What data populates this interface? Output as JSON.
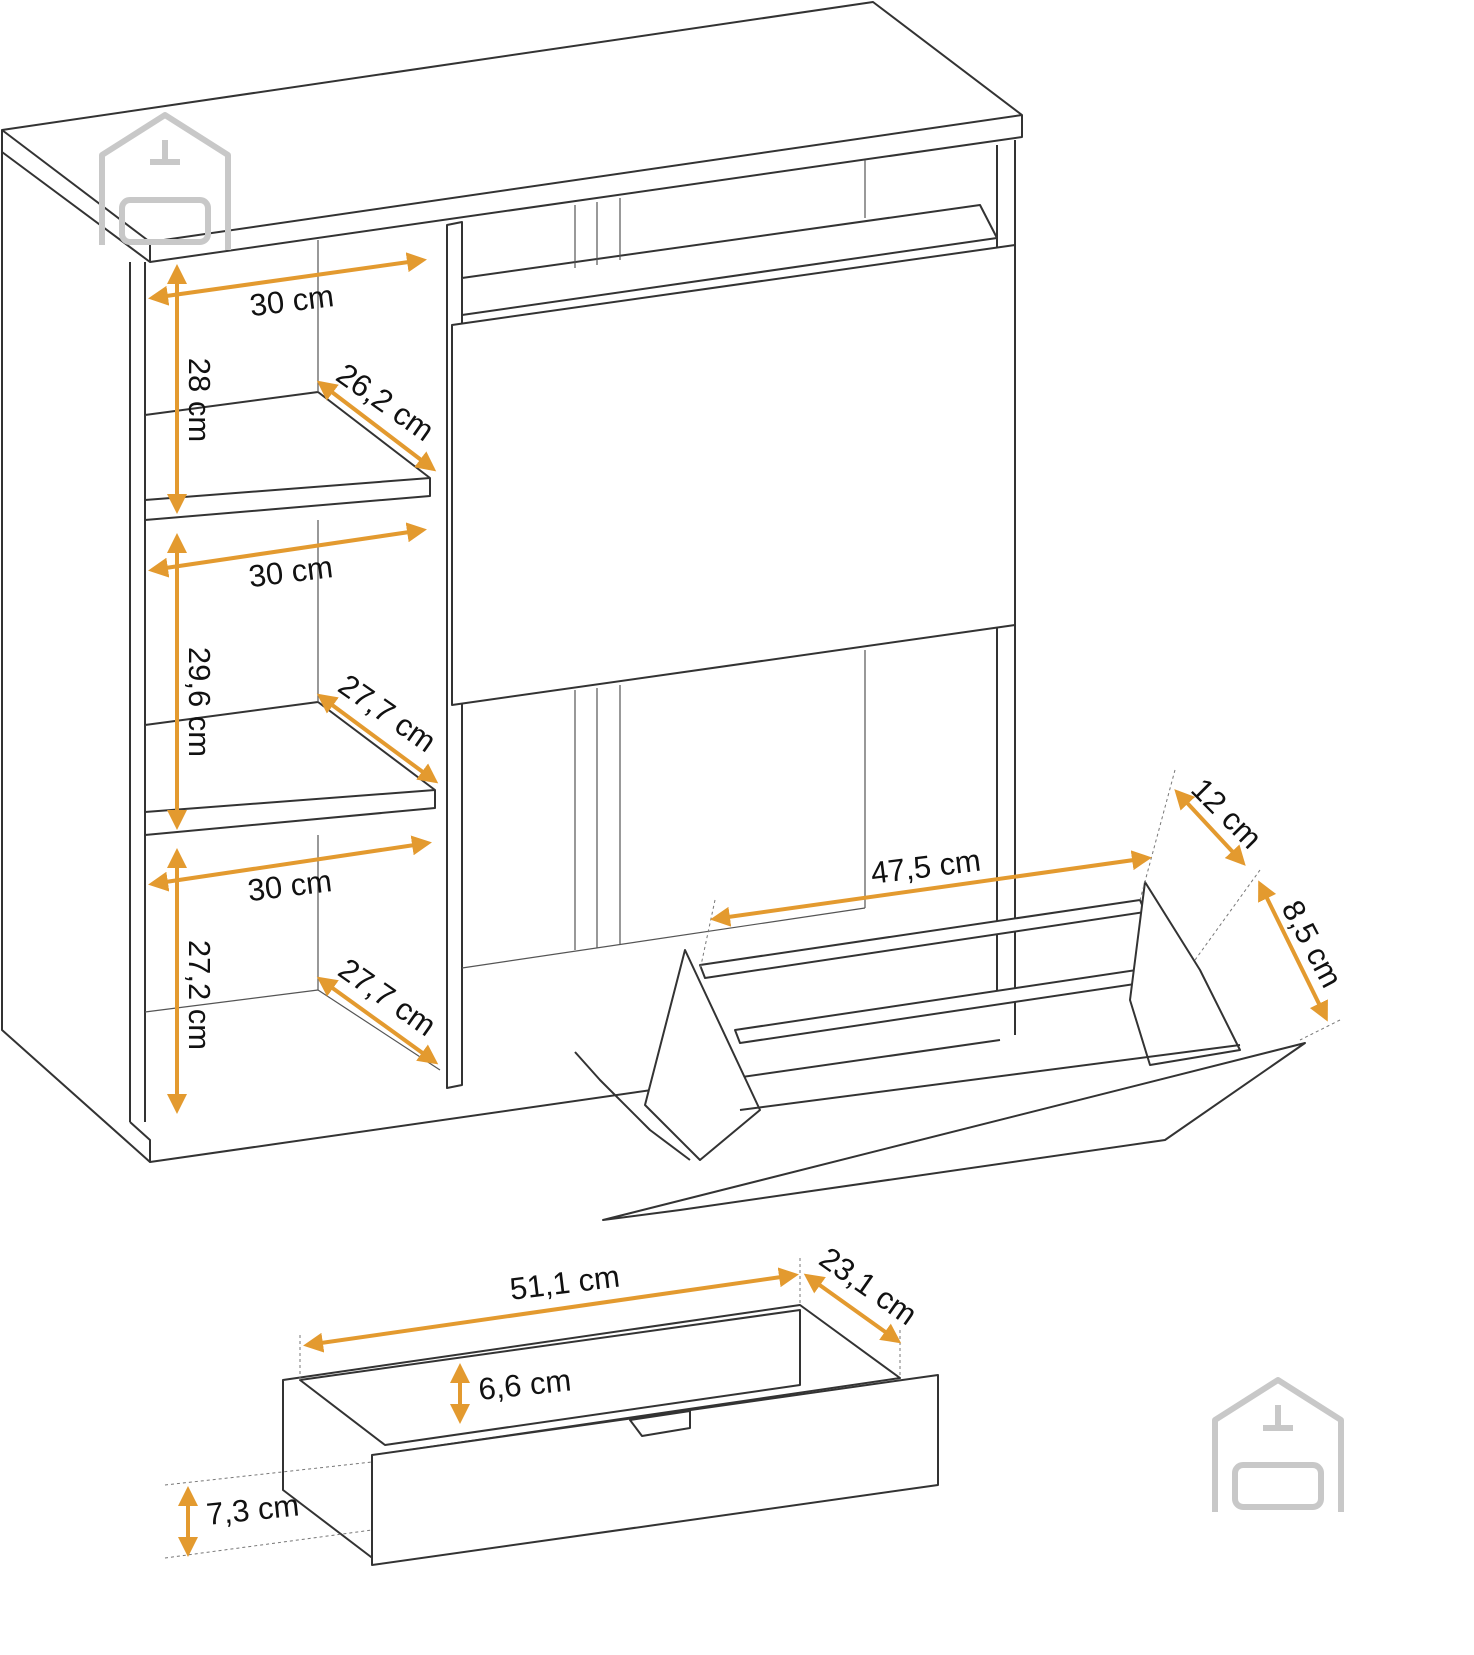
{
  "colors": {
    "dimension_arrow": "#e39a2f",
    "line": "#333333",
    "watermark": "#c8c8c8"
  },
  "dimensions": {
    "shelf1_width": "30 cm",
    "shelf1_height": "28 cm",
    "shelf1_depth": "26,2 cm",
    "shelf2_width": "30 cm",
    "shelf2_height": "29,6 cm",
    "shelf2_depth": "27,7 cm",
    "shelf3_width": "30 cm",
    "shelf3_height": "27,2 cm",
    "shelf3_depth": "27,7 cm",
    "flap_width": "47,5 cm",
    "flap_depth_top": "12 cm",
    "flap_depth_bottom": "8,5 cm",
    "drawer_width": "51,1 cm",
    "drawer_depth": "23,1 cm",
    "drawer_inner_height": "6,6 cm",
    "drawer_front_height": "7,3 cm"
  },
  "icons": [
    "house-sofa-watermark-icon"
  ]
}
